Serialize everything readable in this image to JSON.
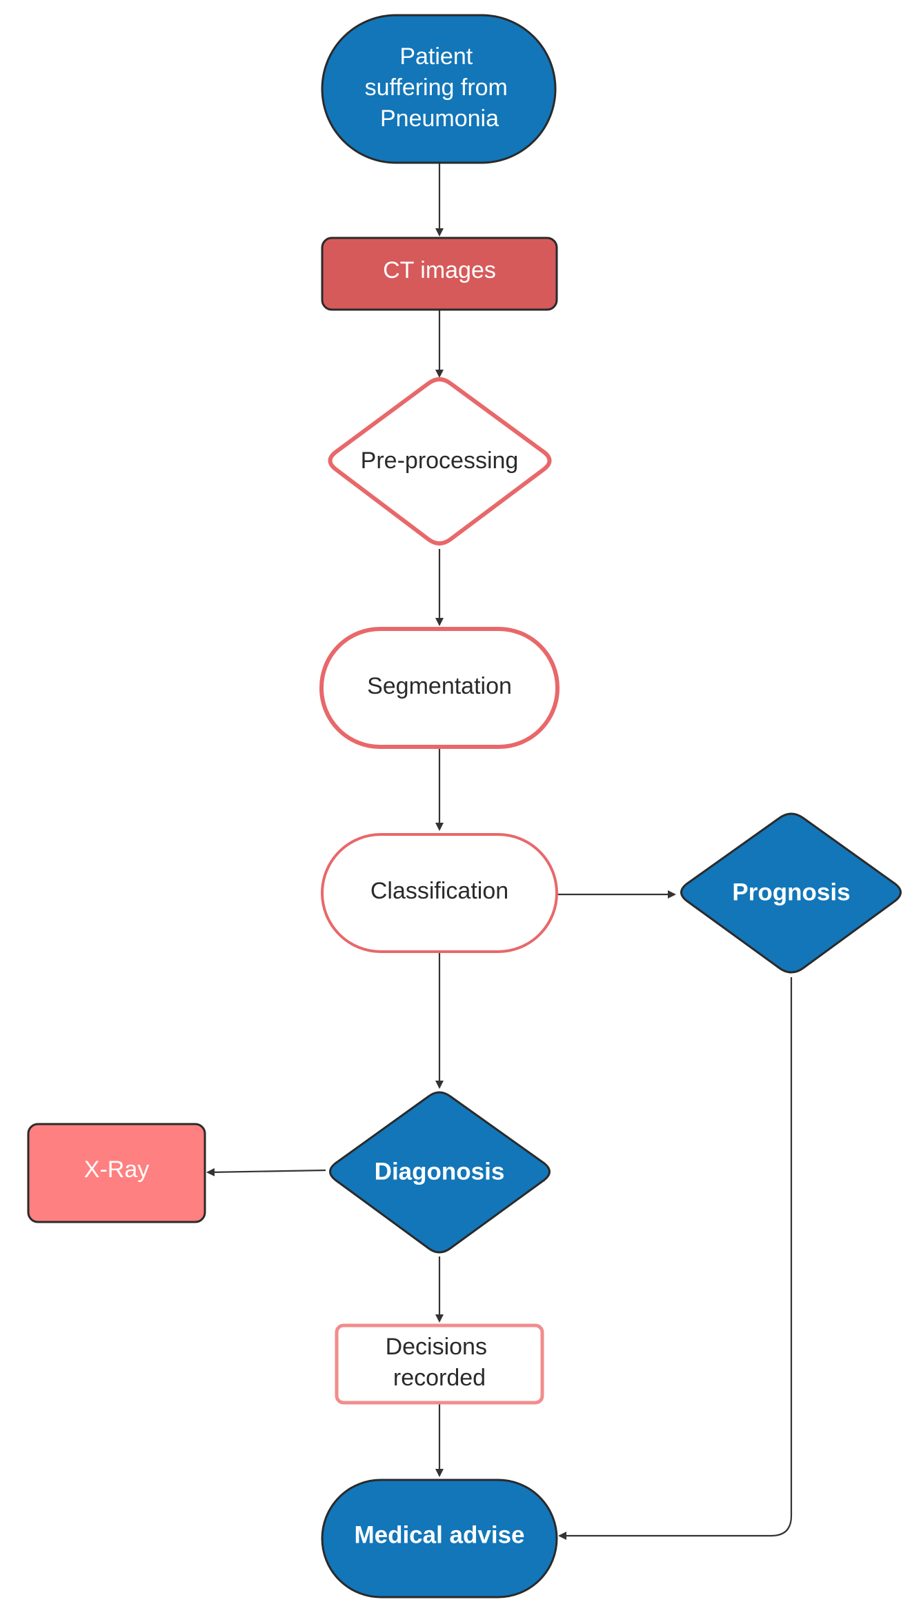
{
  "colors": {
    "blue": "#1276b9",
    "dark_red": "#d65a5a",
    "pink_fill": "#ff8080",
    "red_outline": "#e8686a",
    "light_red_outline": "#f28c8c",
    "dark_outline": "#2a2a2a",
    "connector": "#333333"
  },
  "nodes": {
    "patient": {
      "lines": [
        "Patient",
        "suffering from",
        "Pneumonia"
      ]
    },
    "ct_images": {
      "label": "CT images"
    },
    "preprocessing": {
      "label": "Pre-processing"
    },
    "segmentation": {
      "label": "Segmentation"
    },
    "classification": {
      "label": "Classification"
    },
    "prognosis": {
      "label": "Prognosis"
    },
    "diagnosis": {
      "label": "Diagonosis"
    },
    "xray": {
      "label": "X-Ray"
    },
    "decisions": {
      "lines": [
        "Decisions",
        "recorded"
      ]
    },
    "medical_advise": {
      "label": "Medical advise"
    }
  },
  "edges": [
    {
      "from": "patient",
      "to": "ct_images"
    },
    {
      "from": "ct_images",
      "to": "preprocessing"
    },
    {
      "from": "preprocessing",
      "to": "segmentation"
    },
    {
      "from": "segmentation",
      "to": "classification"
    },
    {
      "from": "classification",
      "to": "prognosis"
    },
    {
      "from": "classification",
      "to": "diagnosis"
    },
    {
      "from": "diagnosis",
      "to": "xray"
    },
    {
      "from": "diagnosis",
      "to": "decisions"
    },
    {
      "from": "decisions",
      "to": "medical_advise"
    },
    {
      "from": "prognosis",
      "to": "medical_advise"
    }
  ]
}
